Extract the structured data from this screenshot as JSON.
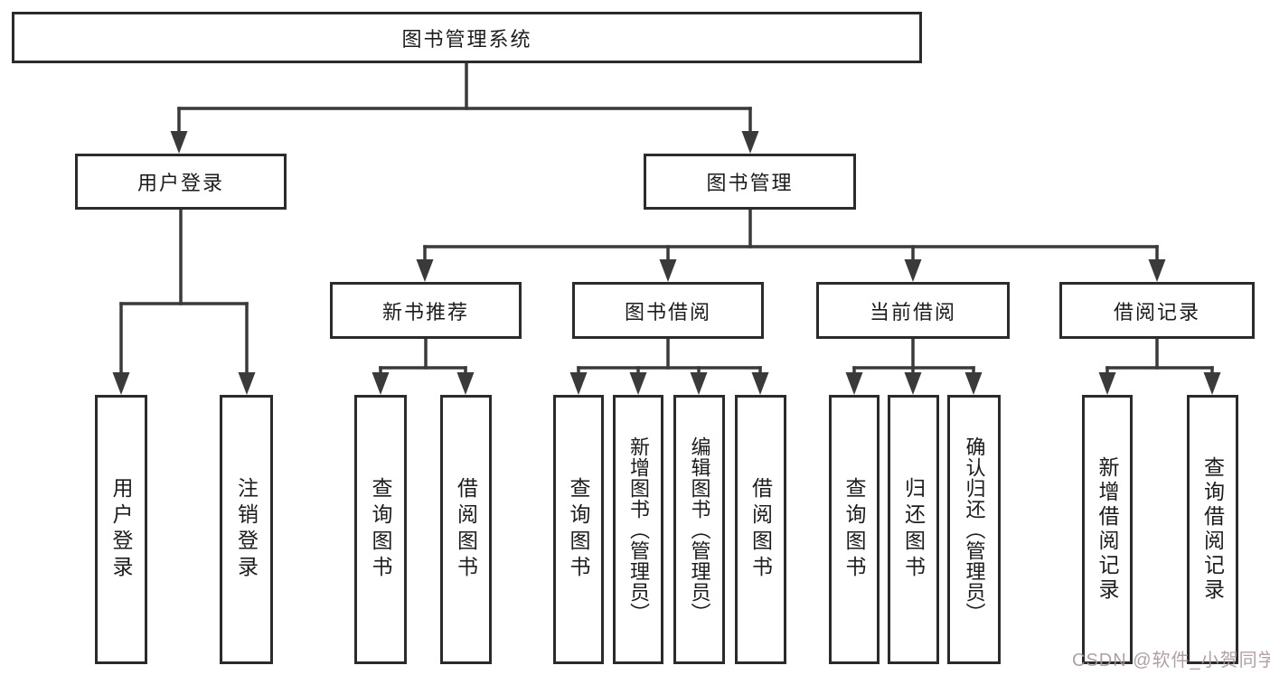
{
  "tree": {
    "label": "图书管理系统",
    "children": [
      {
        "label": "用户登录",
        "children": [
          {
            "label": "用户登录"
          },
          {
            "label": "注销登录"
          }
        ]
      },
      {
        "label": "图书管理",
        "children": [
          {
            "label": "新书推荐",
            "children": [
              {
                "label": "查询图书"
              },
              {
                "label": "借阅图书"
              }
            ]
          },
          {
            "label": "图书借阅",
            "children": [
              {
                "label": "查询图书"
              },
              {
                "label": "新增图书（管理员）"
              },
              {
                "label": "编辑图书（管理员）"
              },
              {
                "label": "借阅图书"
              }
            ]
          },
          {
            "label": "当前借阅",
            "children": [
              {
                "label": "查询图书"
              },
              {
                "label": "归还图书"
              },
              {
                "label": "确认归还（管理员）"
              }
            ]
          },
          {
            "label": "借阅记录",
            "children": [
              {
                "label": "新增借阅记录"
              },
              {
                "label": "查询借阅记录"
              }
            ]
          }
        ]
      }
    ]
  },
  "watermark": {
    "text": "CSDN @软件_小贺同学"
  },
  "colors": {
    "background": "#ffffff",
    "line": "#3a3a3a",
    "box_border": "#2b2b2b",
    "text": "#1c1c1c",
    "watermark": "#a8969a"
  }
}
